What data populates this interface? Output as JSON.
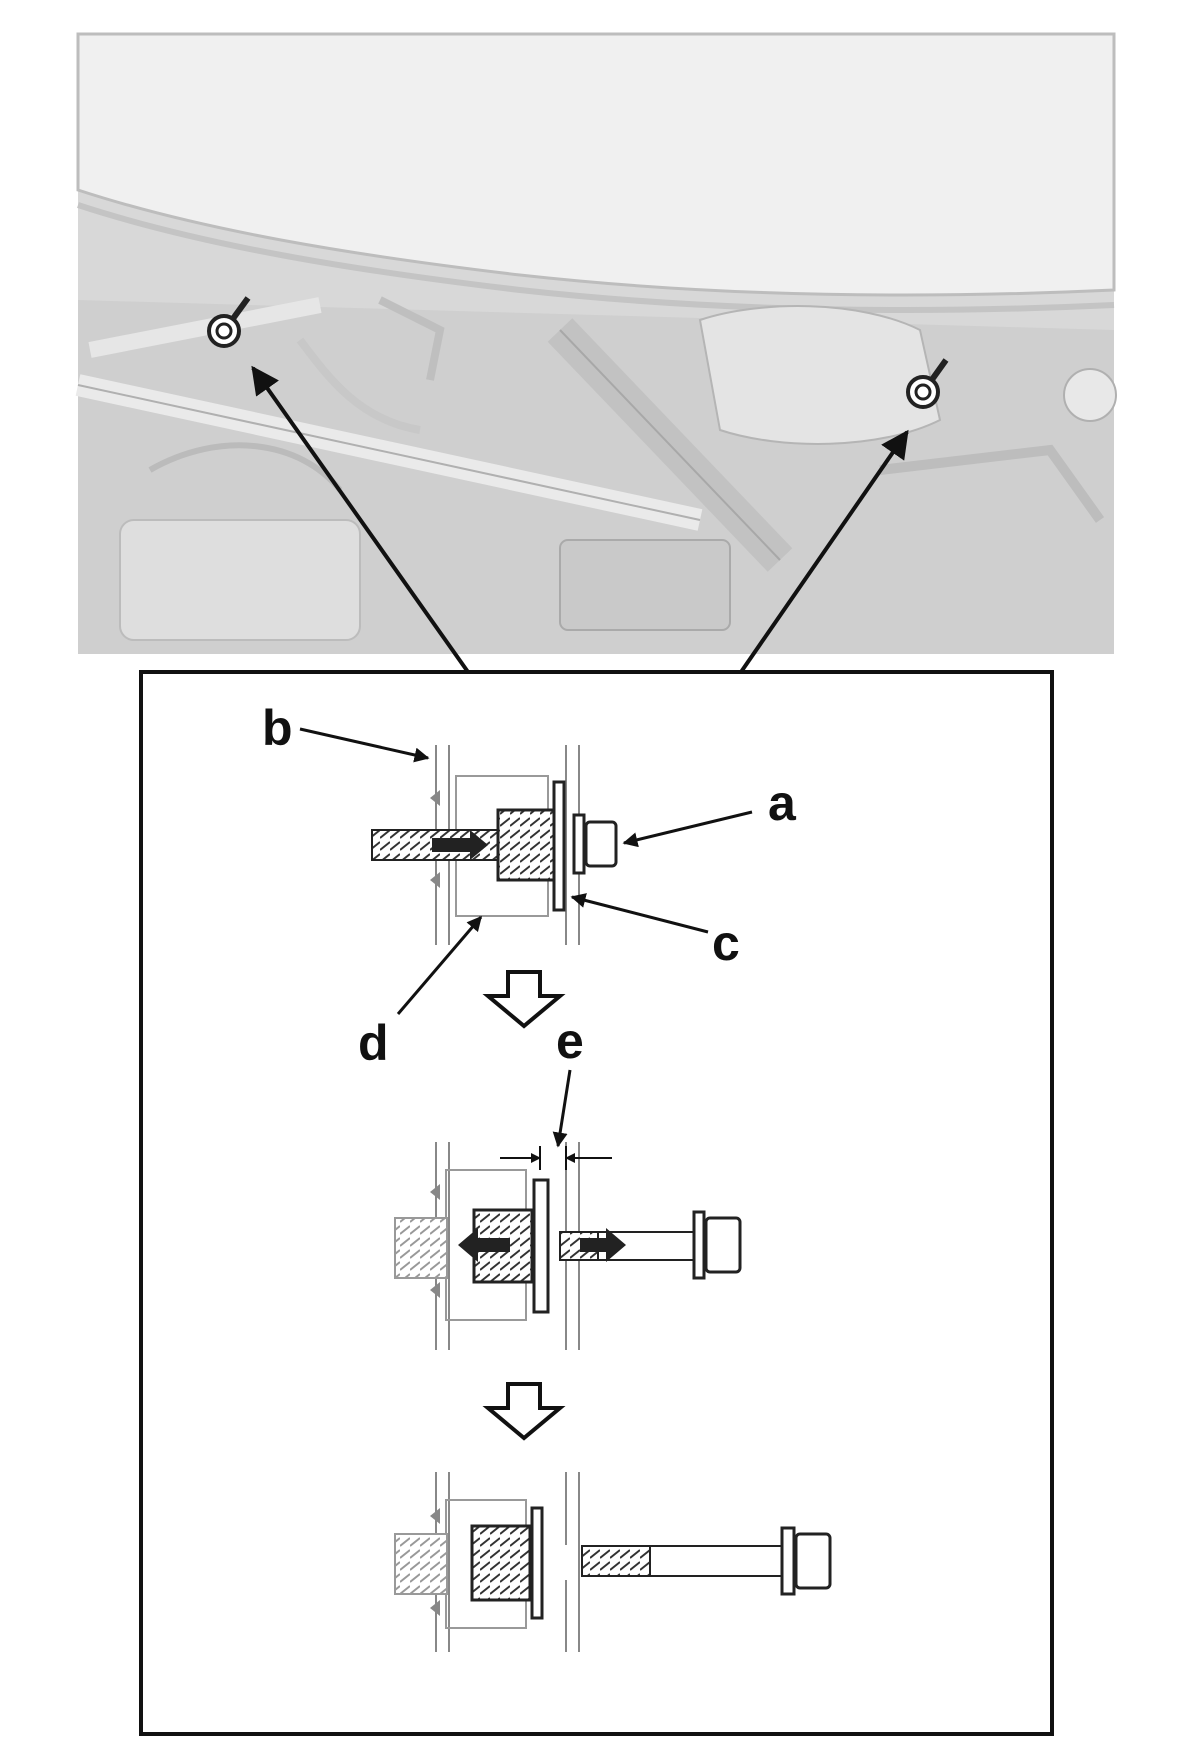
{
  "callouts": {
    "a": "a",
    "b": "b",
    "c": "c",
    "d": "d",
    "e": "e"
  },
  "colors": {
    "ink": "#111111",
    "photo_bg": "#dcdcdc",
    "photo_hood": "#efefef",
    "line_art": "#9a9a9a"
  },
  "icons": [
    "step-down-arrow-icon",
    "bolt-icon",
    "leader-arrow-icon"
  ]
}
